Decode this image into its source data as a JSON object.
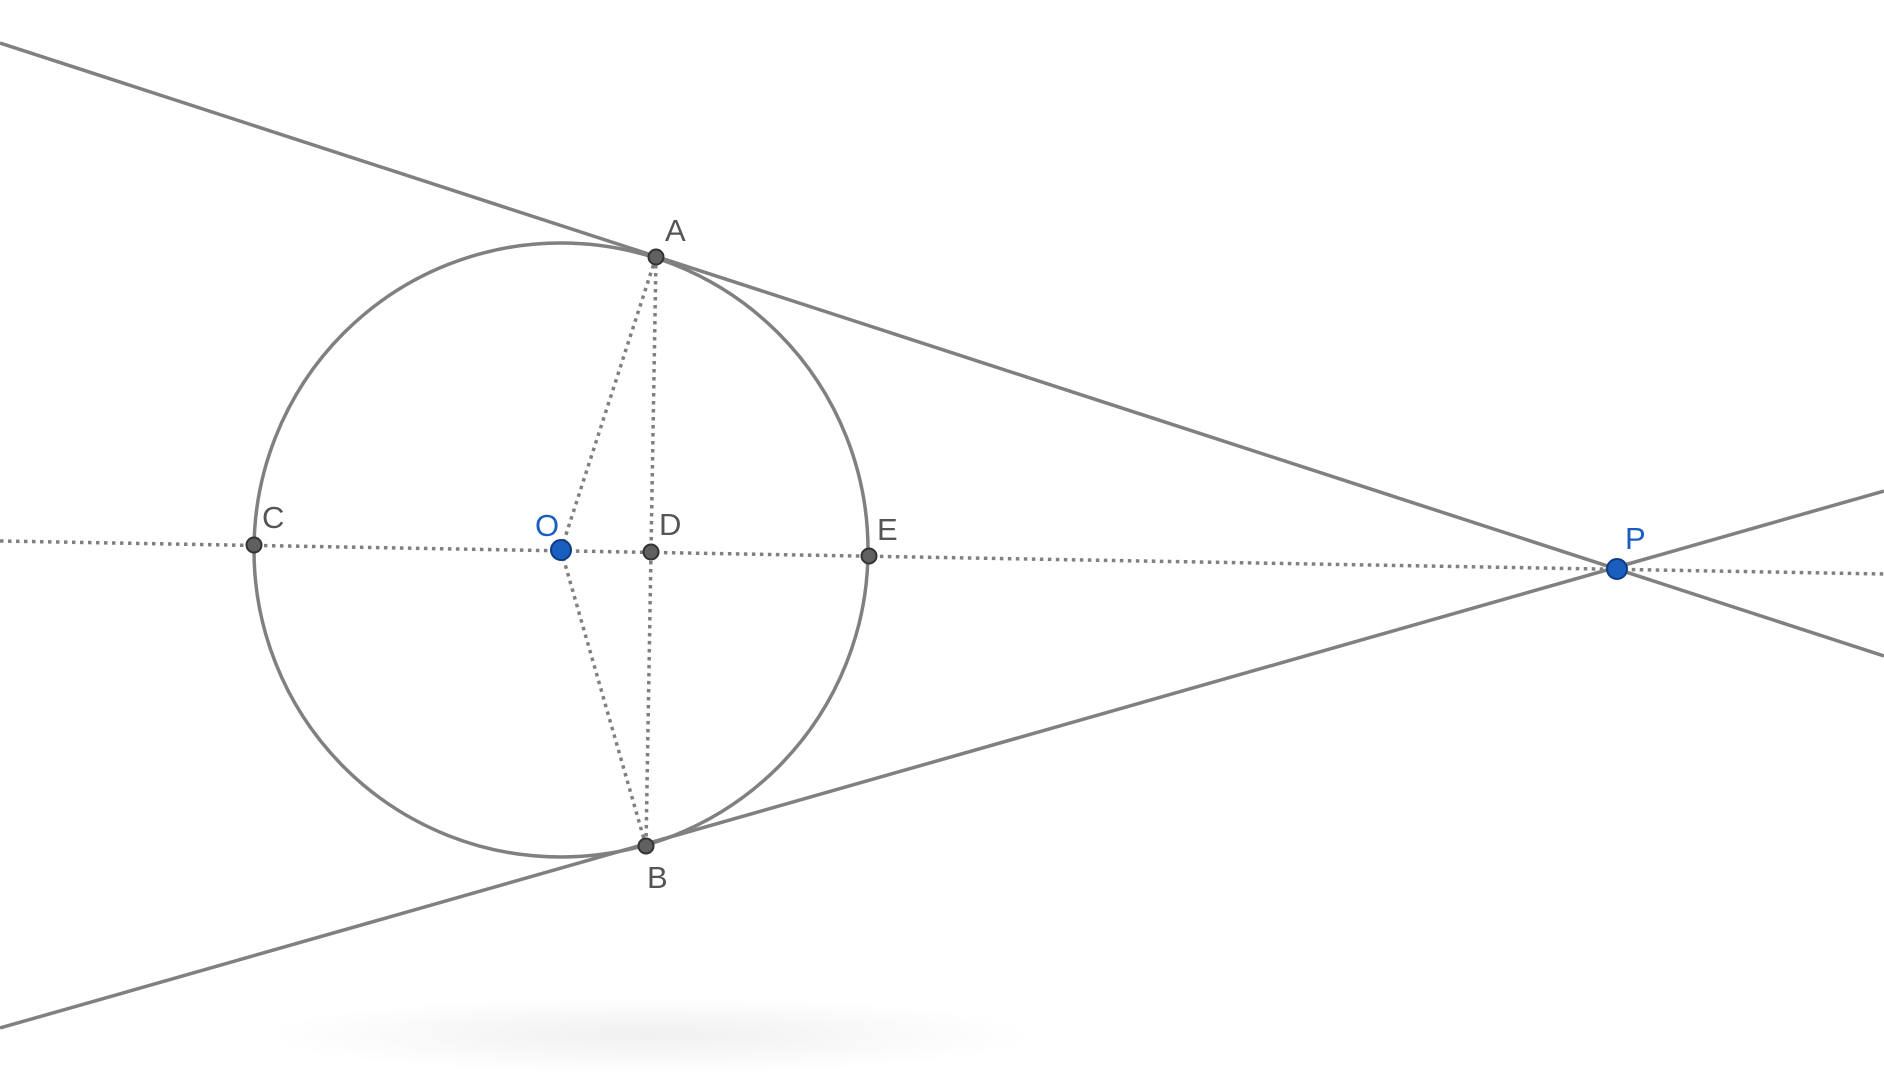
{
  "colors": {
    "line": "#808080",
    "point_default": "#606060",
    "point_free": "#1a5fc0",
    "label_default": "#555555",
    "label_free": "#1a5fc0",
    "background": "#ffffff"
  },
  "points": {
    "A": {
      "label": "A"
    },
    "B": {
      "label": "B"
    },
    "C": {
      "label": "C"
    },
    "D": {
      "label": "D"
    },
    "E": {
      "label": "E"
    },
    "O": {
      "label": "O"
    },
    "P": {
      "label": "P"
    }
  }
}
